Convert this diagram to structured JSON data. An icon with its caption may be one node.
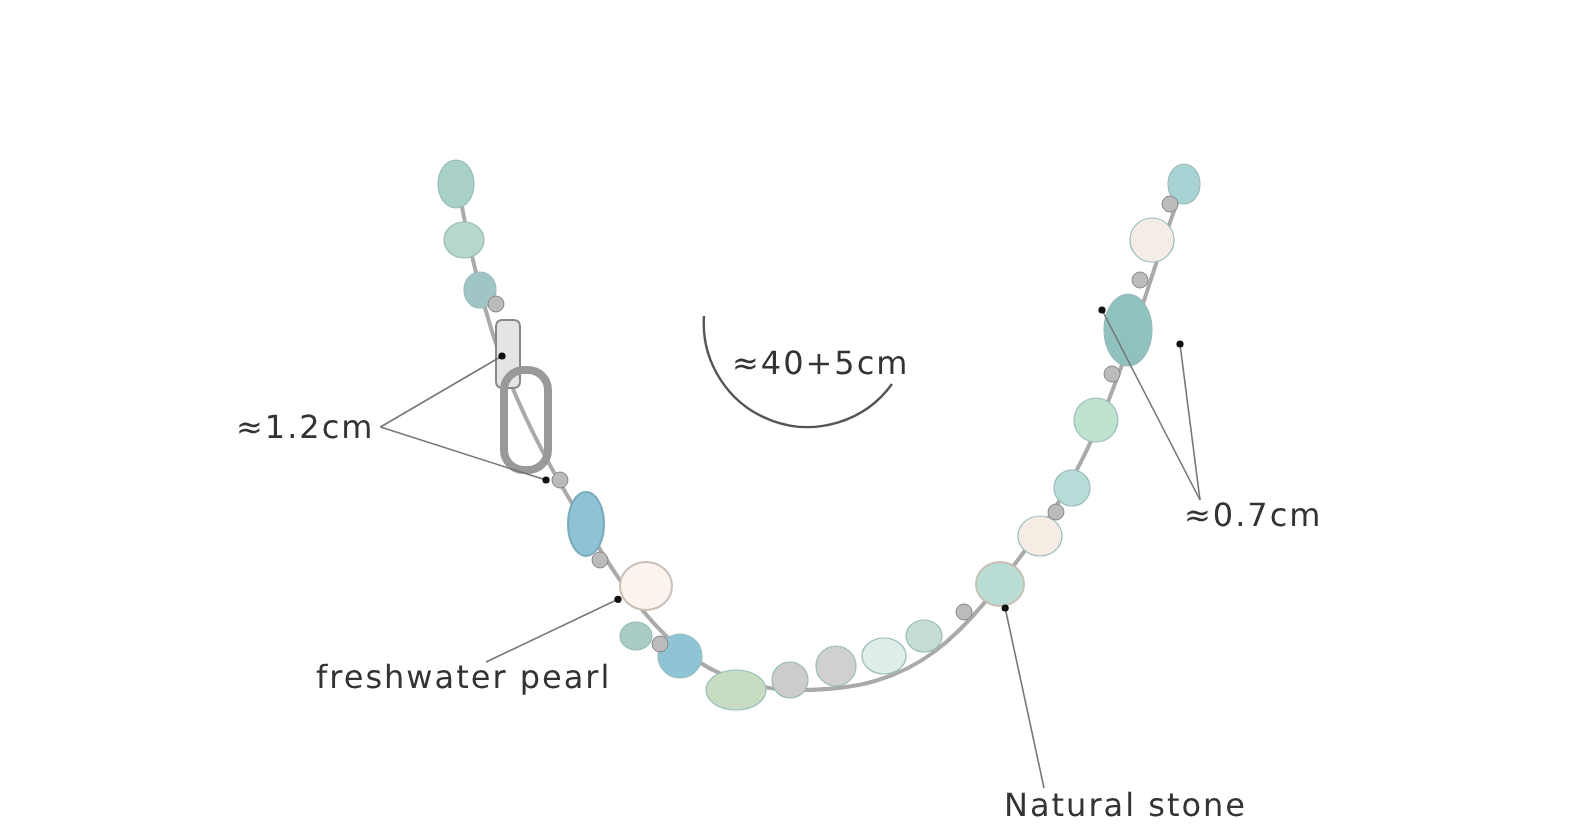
{
  "diagram": {
    "nodes": [
      {
        "text": [
          "≈1.2cm"
        ]
      },
      {
        "text": [
          "≈0.7cm"
        ]
      },
      {
        "text": [
          "freshwater pearl"
        ]
      },
      {
        "text": [
          "Natural stone"
        ]
      },
      {
        "text": [],
        "shape": "circle"
      },
      {
        "text": [],
        "shape": "circle"
      }
    ],
    "edges": [
      {
        "from": 0,
        "to": null,
        "arrow": "other"
      },
      {
        "from": 0,
        "to": null,
        "arrow": "other"
      },
      {
        "from": 1,
        "to": null,
        "arrow": "other"
      },
      {
        "from": 1,
        "to": null,
        "arrow": "other"
      },
      {
        "from": 2,
        "to": 4,
        "arrow": "other"
      },
      {
        "from": 3,
        "to": 5,
        "arrow": "other"
      }
    ],
    "labels": [
      "≈40+5cm"
    ]
  }
}
